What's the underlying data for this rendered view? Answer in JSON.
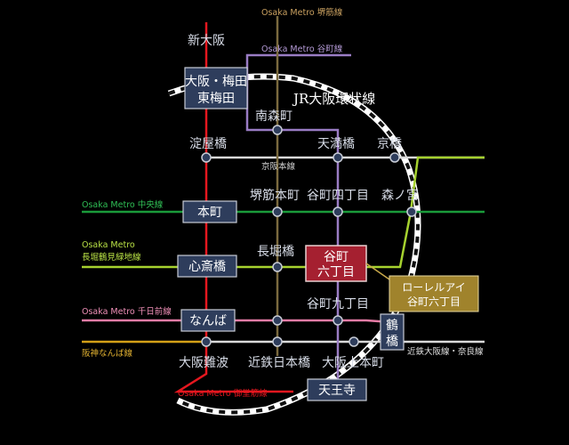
{
  "lines": {
    "sakaisuji": "Osaka Metro 堺筋線",
    "tanimachi": "Osaka Metro 谷町線",
    "jr_loop": "JR大阪環状線",
    "keihan": "京阪本線",
    "chuo": "Osaka Metro 中央線",
    "nagahori_1": "Osaka Metro",
    "nagahori_2": "長堀鶴見緑地線",
    "sennichimae": "Osaka Metro 千日前線",
    "hanshin": "阪神なんば線",
    "kintetsu": "近鉄大阪線・奈良線",
    "midosuji": "Osaka Metro 御堂筋線"
  },
  "stations": {
    "shin_osaka": "新大阪",
    "umeda_1": "大阪・梅田",
    "umeda_2": "東梅田",
    "minami_morimachi": "南森町",
    "yodoyabashi": "淀屋橋",
    "tenmabashi": "天満橋",
    "kyobashi": "京橋",
    "sakaisuji_honmachi": "堺筋本町",
    "tanimachi_4": "谷町四丁目",
    "morinomiya": "森ノ宮",
    "honmachi": "本町",
    "nagahoribashi": "長堀橋",
    "tanimachi_6_1": "谷町",
    "tanimachi_6_2": "六丁目",
    "shinsaibashi": "心斎橋",
    "tanimachi_9": "谷町九丁目",
    "namba": "なんば",
    "tsuruhashi_1": "鶴",
    "tsuruhashi_2": "橋",
    "osaka_namba": "大阪難波",
    "kintetsu_nippombashi": "近鉄日本橋",
    "osaka_uehommachi": "大阪上本町",
    "tennoji": "天王寺"
  },
  "property": {
    "line1": "ローレルアイ",
    "line2": "谷町六丁目"
  },
  "colors": {
    "background": "#000000",
    "midosuji": "#e5171f",
    "sakaisuji": "#7b6a3e",
    "tanimachi": "#9a7cc4",
    "chuo": "#1a9a3a",
    "nagahori": "#a6d22f",
    "sennichimae": "#e67ca6",
    "hanshin": "#d4a017",
    "grey_lines": "#d9d9d9",
    "station_box": "#2e3d5c",
    "property_box": "#a52030",
    "property_label": "#a0832c"
  }
}
